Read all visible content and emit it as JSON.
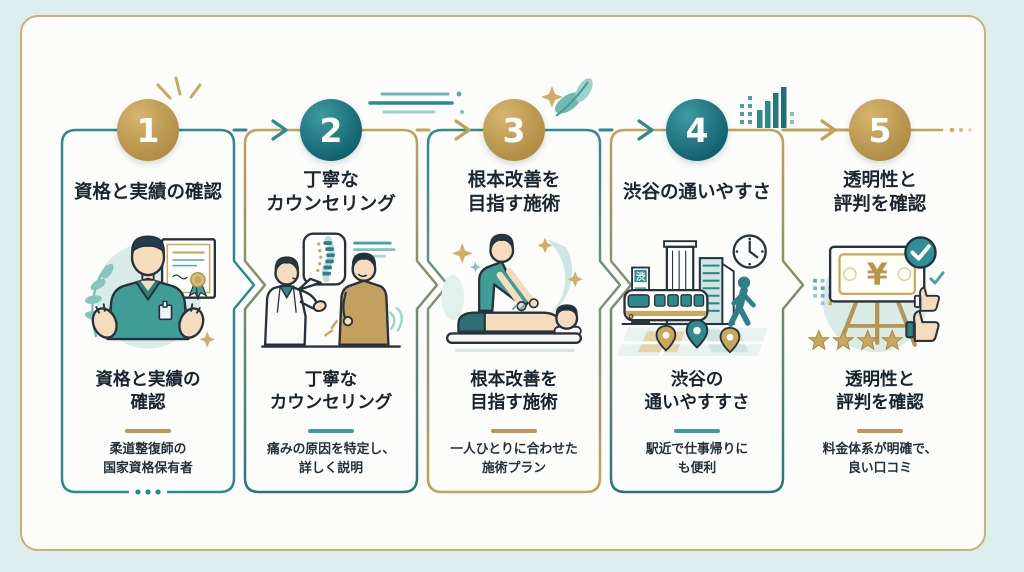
{
  "palette": {
    "background": "#dcedee",
    "panel_bg": "#fcfdfb",
    "panel_border": "#c9b176",
    "teal": "#2d8a8c",
    "teal_dark": "#1e6f77",
    "gold": "#c2a158",
    "text": "#1b2630"
  },
  "steps": [
    {
      "number": "1",
      "circle_color": "gold",
      "heading": [
        "資格と実績の確認"
      ],
      "title": [
        "資格と実績の",
        "確認"
      ],
      "divider_color": "gold",
      "description": [
        "柔道整復師の",
        "国家資格保有者"
      ],
      "illustration": "practitioner-with-certificate"
    },
    {
      "number": "2",
      "circle_color": "teal",
      "heading": [
        "丁寧な",
        "カウンセリング"
      ],
      "title": [
        "丁寧な",
        "カウンセリング"
      ],
      "divider_color": "teal",
      "description": [
        "痛みの原因を特定し、",
        "詳しく説明"
      ],
      "illustration": "doctor-patient-counseling"
    },
    {
      "number": "3",
      "circle_color": "gold",
      "heading": [
        "根本改善を",
        "目指す施術"
      ],
      "title": [
        "根本改善を",
        "目指す施術"
      ],
      "divider_color": "gold",
      "description": [
        "一人ひとりに合わせた",
        "施術プラン"
      ],
      "illustration": "massage-treatment"
    },
    {
      "number": "4",
      "circle_color": "teal",
      "heading": [
        "渋谷の通いやすさ"
      ],
      "title": [
        "渋谷の",
        "通いやすすさ"
      ],
      "divider_color": "teal",
      "description": [
        "駅近で仕事帰りに",
        "も便利"
      ],
      "illustration": "shibuya-station-access",
      "sign_text": "渋"
    },
    {
      "number": "5",
      "circle_color": "gold",
      "heading": [
        "透明性と",
        "評判を確認"
      ],
      "title": [
        "透明性と",
        "評判を確認"
      ],
      "divider_color": "gold",
      "description": [
        "料金体系が明確で、",
        "良い口コミ"
      ],
      "illustration": "pricing-board-reviews",
      "yen_symbol": "¥"
    }
  ]
}
